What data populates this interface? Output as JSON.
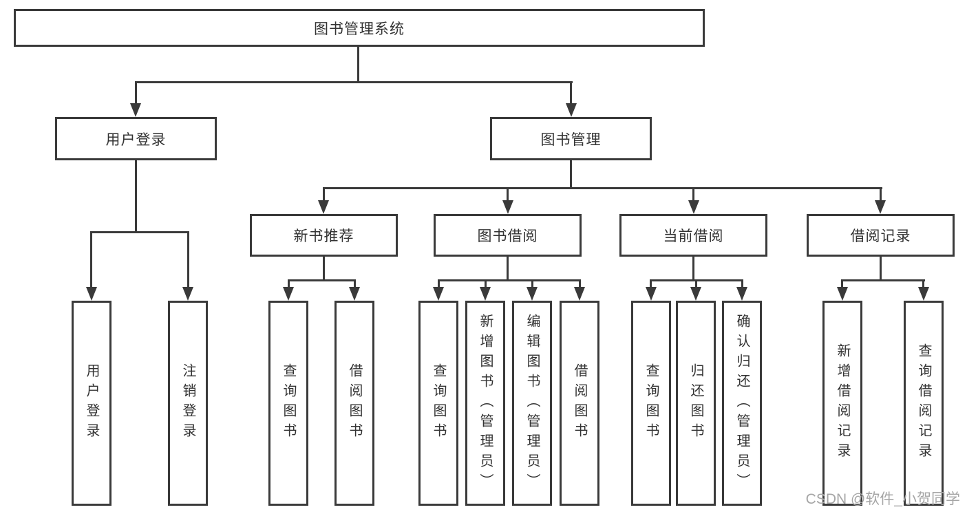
{
  "diagram": {
    "title": "图书管理系统",
    "root": {
      "label": "图书管理系统"
    },
    "branches": [
      {
        "label": "用户登录",
        "children": [
          {
            "label": "用户登录"
          },
          {
            "label": "注销登录"
          }
        ]
      },
      {
        "label": "图书管理",
        "children": [
          {
            "label": "新书推荐",
            "children": [
              {
                "label": "查询图书"
              },
              {
                "label": "借阅图书"
              }
            ]
          },
          {
            "label": "图书借阅",
            "children": [
              {
                "label": "查询图书"
              },
              {
                "label": "新增图书（管理员）"
              },
              {
                "label": "编辑图书（管理员）"
              },
              {
                "label": "借阅图书"
              }
            ]
          },
          {
            "label": "当前借阅",
            "children": [
              {
                "label": "查询图书"
              },
              {
                "label": "归还图书"
              },
              {
                "label": "确认归还（管理员）"
              }
            ]
          },
          {
            "label": "借阅记录",
            "children": [
              {
                "label": "新增借阅记录"
              },
              {
                "label": "查询借阅记录"
              }
            ]
          }
        ]
      }
    ]
  },
  "colors": {
    "line": "#3a3a3a",
    "box_border": "#3a3a3a",
    "text": "#333333",
    "background": "#ffffff",
    "watermark": "#a6a6a6"
  },
  "watermark": {
    "text": "CSDN @软件_小贺同学"
  }
}
